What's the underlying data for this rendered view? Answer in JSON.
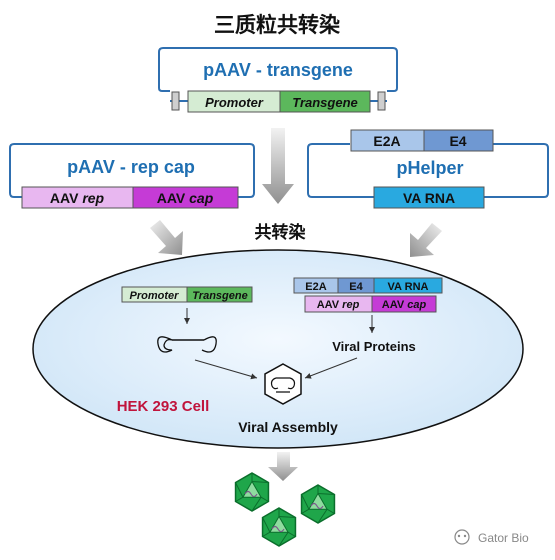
{
  "title": "三质粒共转染",
  "plasmids": {
    "transgene": {
      "name": "pAAV - transgene",
      "promoter": "Promoter",
      "transgene": "Transgene"
    },
    "repcap": {
      "name": "pAAV - rep cap",
      "rep_prefix": "AAV",
      "rep": "rep",
      "cap_prefix": "AAV",
      "cap": "cap"
    },
    "helper": {
      "name": "pHelper",
      "e2a": "E2A",
      "e4": "E4",
      "varna": "VA RNA"
    }
  },
  "cotransfection_label": "共转染",
  "cell": {
    "label": "HEK 293 Cell",
    "promoter": "Promoter",
    "transgene": "Transgene",
    "e2a": "E2A",
    "e4": "E4",
    "varna": "VA RNA",
    "rep_prefix": "AAV",
    "rep": "rep",
    "cap_prefix": "AAV",
    "cap": "cap",
    "viral_proteins": "Viral Proteins",
    "viral_assembly": "Viral Assembly"
  },
  "watermark": "Gator Bio",
  "colors": {
    "blue_text": "#1f6fb2",
    "frame": "#2f6fb0",
    "promoter": "#d5ecd3",
    "transgene": "#5cb85c",
    "rep": "#e8b7f0",
    "cap": "#c53bd6",
    "e2a": "#a9c6ea",
    "e4": "#6f98d2",
    "varna": "#29a9e0",
    "cell_fill": "#ddeefa",
    "cell_label": "#c0143c",
    "virus": "#1fa64a"
  }
}
